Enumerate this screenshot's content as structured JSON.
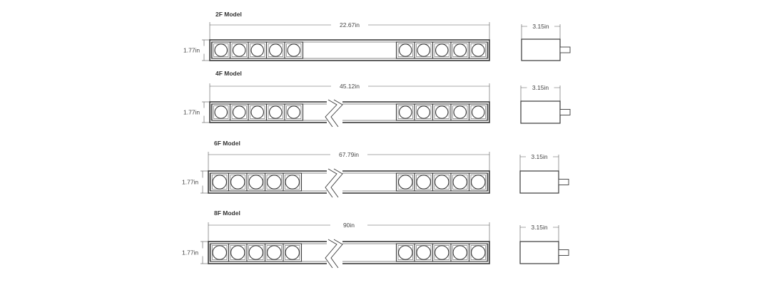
{
  "models": [
    {
      "title": "2F Model",
      "length_label": "22.67in",
      "height_label": "1.77in",
      "side_width_label": "3.15in",
      "break_mark": false
    },
    {
      "title": "4F Model",
      "length_label": "45.12in",
      "height_label": "1.77in",
      "side_width_label": "3.15in",
      "break_mark": true
    },
    {
      "title": "6F Model",
      "length_label": "67.79in",
      "height_label": "1.77in",
      "side_width_label": "3.15in",
      "break_mark": true
    },
    {
      "title": "8F Model",
      "length_label": "90in",
      "height_label": "1.77in",
      "side_width_label": "3.15in",
      "break_mark": true
    }
  ],
  "modules_per_end": 5,
  "colors": {
    "line": "#3a3a3a",
    "dim_line": "#555555",
    "text": "#333333"
  }
}
